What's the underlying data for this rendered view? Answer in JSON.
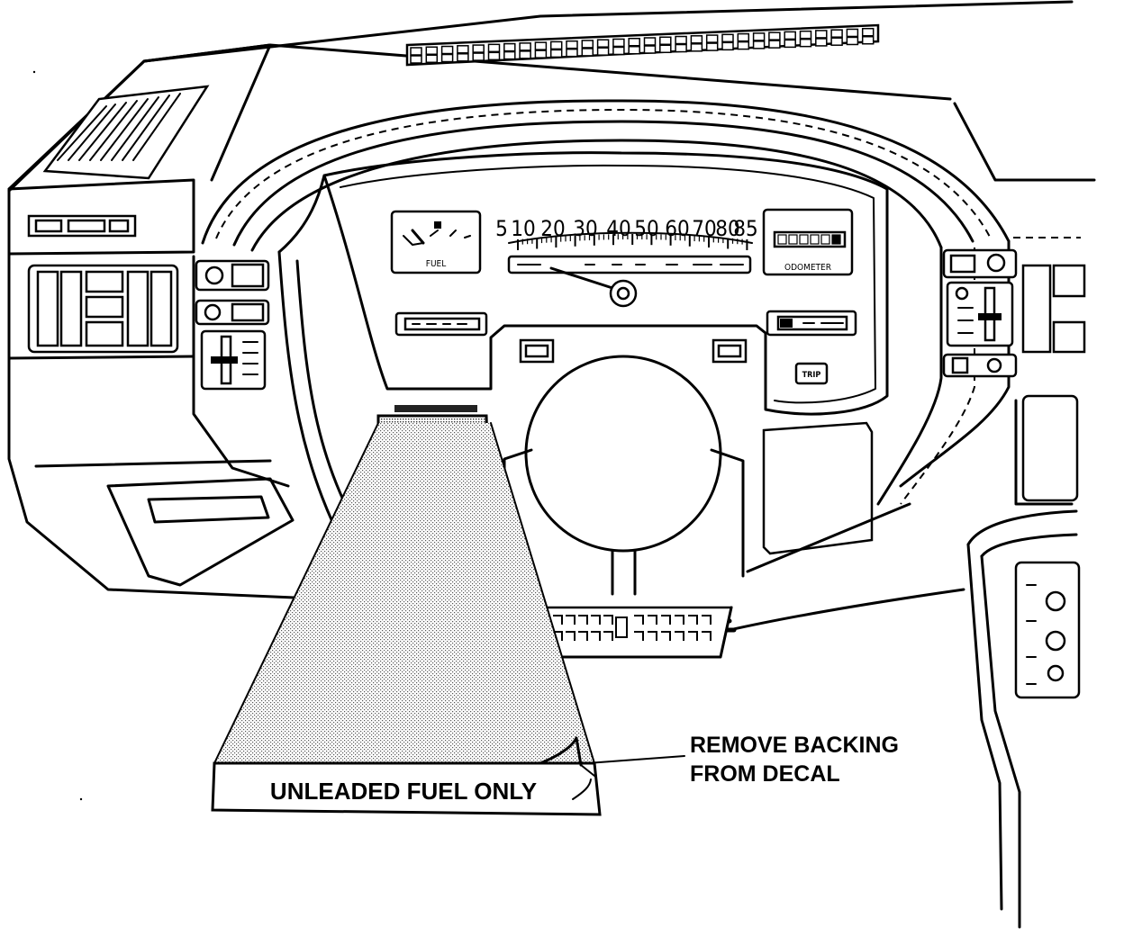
{
  "decal": {
    "text": "UNLEADED FUEL ONLY"
  },
  "callout": {
    "line1": "REMOVE BACKING",
    "line2": "FROM DECAL"
  },
  "gauges": {
    "fuel_label": "FUEL",
    "odometer_label": "ODOMETER",
    "trip_button": "TRIP",
    "speed_numbers": [
      "5",
      "10",
      "20",
      "30",
      "40",
      "50",
      "60",
      "70",
      "80",
      "85"
    ]
  }
}
